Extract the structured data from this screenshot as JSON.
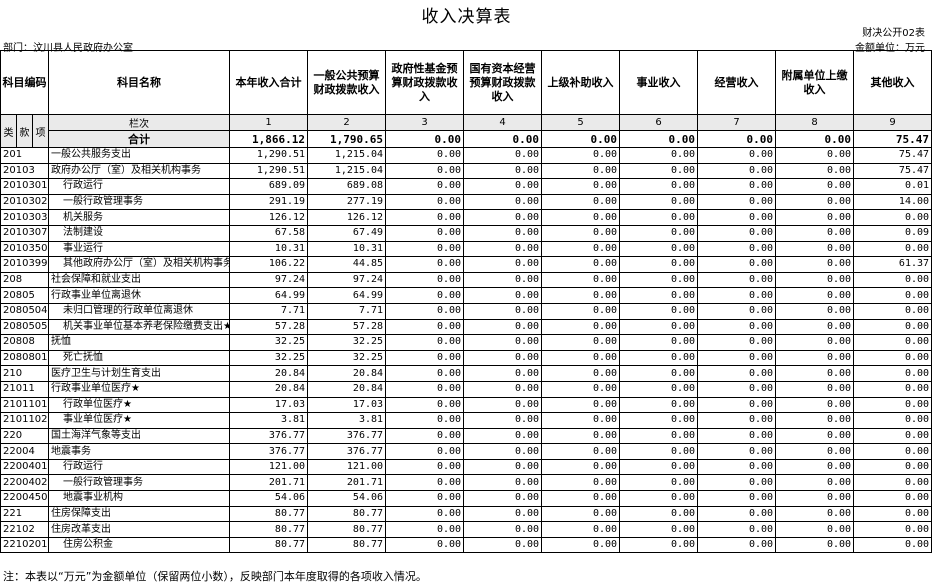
{
  "title": "收入决算表",
  "form_code": "财决公开02表",
  "department": "部门：汶川县人民政府办公室",
  "unit": "金额单位：万元",
  "headers": {
    "subject_code": "科目编码",
    "subject_name": "科目名称",
    "total": "本年收入合计",
    "general_budget": "一般公共预算财政拨款收入",
    "gov_fund": "政府性基金预算财政拨款收入",
    "state_capital": "国有资本经营预算财政拨款收入",
    "superior_subsidy": "上级补助收入",
    "business": "事业收入",
    "operating": "经营收入",
    "affiliated": "附属单位上缴收入",
    "other": "其他收入"
  },
  "lan_row": {
    "lei": "类",
    "kuan": "款",
    "xiang": "项",
    "label": "栏次",
    "numbers": [
      "1",
      "2",
      "3",
      "4",
      "5",
      "6",
      "7",
      "8",
      "9"
    ]
  },
  "total_row": {
    "label": "合计",
    "values": [
      "1,866.12",
      "1,790.65",
      "0.00",
      "0.00",
      "0.00",
      "0.00",
      "0.00",
      "0.00",
      "75.47"
    ]
  },
  "rows": [
    {
      "code": "201",
      "name": "一般公共服务支出",
      "indent": 0,
      "values": [
        "1,290.51",
        "1,215.04",
        "0.00",
        "0.00",
        "0.00",
        "0.00",
        "0.00",
        "0.00",
        "75.47"
      ]
    },
    {
      "code": "20103",
      "name": "政府办公厅（室）及相关机构事务",
      "indent": 0,
      "values": [
        "1,290.51",
        "1,215.04",
        "0.00",
        "0.00",
        "0.00",
        "0.00",
        "0.00",
        "0.00",
        "75.47"
      ]
    },
    {
      "code": "2010301",
      "name": "行政运行",
      "indent": 1,
      "values": [
        "689.09",
        "689.08",
        "0.00",
        "0.00",
        "0.00",
        "0.00",
        "0.00",
        "0.00",
        "0.01"
      ]
    },
    {
      "code": "2010302",
      "name": "一般行政管理事务",
      "indent": 1,
      "values": [
        "291.19",
        "277.19",
        "0.00",
        "0.00",
        "0.00",
        "0.00",
        "0.00",
        "0.00",
        "14.00"
      ]
    },
    {
      "code": "2010303",
      "name": "机关服务",
      "indent": 1,
      "values": [
        "126.12",
        "126.12",
        "0.00",
        "0.00",
        "0.00",
        "0.00",
        "0.00",
        "0.00",
        "0.00"
      ]
    },
    {
      "code": "2010307",
      "name": "法制建设",
      "indent": 1,
      "values": [
        "67.58",
        "67.49",
        "0.00",
        "0.00",
        "0.00",
        "0.00",
        "0.00",
        "0.00",
        "0.09"
      ]
    },
    {
      "code": "2010350",
      "name": "事业运行",
      "indent": 1,
      "values": [
        "10.31",
        "10.31",
        "0.00",
        "0.00",
        "0.00",
        "0.00",
        "0.00",
        "0.00",
        "0.00"
      ]
    },
    {
      "code": "2010399",
      "name": "其他政府办公厅（室）及相关机构事务支出",
      "indent": 2,
      "values": [
        "106.22",
        "44.85",
        "0.00",
        "0.00",
        "0.00",
        "0.00",
        "0.00",
        "0.00",
        "61.37"
      ]
    },
    {
      "code": "208",
      "name": "社会保障和就业支出",
      "indent": 0,
      "values": [
        "97.24",
        "97.24",
        "0.00",
        "0.00",
        "0.00",
        "0.00",
        "0.00",
        "0.00",
        "0.00"
      ]
    },
    {
      "code": "20805",
      "name": "行政事业单位离退休",
      "indent": 0,
      "values": [
        "64.99",
        "64.99",
        "0.00",
        "0.00",
        "0.00",
        "0.00",
        "0.00",
        "0.00",
        "0.00"
      ]
    },
    {
      "code": "2080504",
      "name": "未归口管理的行政单位离退休",
      "indent": 1,
      "values": [
        "7.71",
        "7.71",
        "0.00",
        "0.00",
        "0.00",
        "0.00",
        "0.00",
        "0.00",
        "0.00"
      ]
    },
    {
      "code": "2080505",
      "name": "机关事业单位基本养老保险缴费支出★",
      "indent": 1,
      "values": [
        "57.28",
        "57.28",
        "0.00",
        "0.00",
        "0.00",
        "0.00",
        "0.00",
        "0.00",
        "0.00"
      ]
    },
    {
      "code": "20808",
      "name": "抚恤",
      "indent": 0,
      "values": [
        "32.25",
        "32.25",
        "0.00",
        "0.00",
        "0.00",
        "0.00",
        "0.00",
        "0.00",
        "0.00"
      ]
    },
    {
      "code": "2080801",
      "name": "死亡抚恤",
      "indent": 1,
      "values": [
        "32.25",
        "32.25",
        "0.00",
        "0.00",
        "0.00",
        "0.00",
        "0.00",
        "0.00",
        "0.00"
      ]
    },
    {
      "code": "210",
      "name": "医疗卫生与计划生育支出",
      "indent": 0,
      "values": [
        "20.84",
        "20.84",
        "0.00",
        "0.00",
        "0.00",
        "0.00",
        "0.00",
        "0.00",
        "0.00"
      ]
    },
    {
      "code": "21011",
      "name": "行政事业单位医疗★",
      "indent": 0,
      "values": [
        "20.84",
        "20.84",
        "0.00",
        "0.00",
        "0.00",
        "0.00",
        "0.00",
        "0.00",
        "0.00"
      ]
    },
    {
      "code": "2101101",
      "name": "行政单位医疗★",
      "indent": 1,
      "values": [
        "17.03",
        "17.03",
        "0.00",
        "0.00",
        "0.00",
        "0.00",
        "0.00",
        "0.00",
        "0.00"
      ]
    },
    {
      "code": "2101102",
      "name": "事业单位医疗★",
      "indent": 1,
      "values": [
        "3.81",
        "3.81",
        "0.00",
        "0.00",
        "0.00",
        "0.00",
        "0.00",
        "0.00",
        "0.00"
      ]
    },
    {
      "code": "220",
      "name": "国土海洋气象等支出",
      "indent": 0,
      "values": [
        "376.77",
        "376.77",
        "0.00",
        "0.00",
        "0.00",
        "0.00",
        "0.00",
        "0.00",
        "0.00"
      ]
    },
    {
      "code": "22004",
      "name": "地震事务",
      "indent": 0,
      "values": [
        "376.77",
        "376.77",
        "0.00",
        "0.00",
        "0.00",
        "0.00",
        "0.00",
        "0.00",
        "0.00"
      ]
    },
    {
      "code": "2200401",
      "name": "行政运行",
      "indent": 1,
      "values": [
        "121.00",
        "121.00",
        "0.00",
        "0.00",
        "0.00",
        "0.00",
        "0.00",
        "0.00",
        "0.00"
      ]
    },
    {
      "code": "2200402",
      "name": "一般行政管理事务",
      "indent": 1,
      "values": [
        "201.71",
        "201.71",
        "0.00",
        "0.00",
        "0.00",
        "0.00",
        "0.00",
        "0.00",
        "0.00"
      ]
    },
    {
      "code": "2200450",
      "name": "地震事业机构",
      "indent": 1,
      "values": [
        "54.06",
        "54.06",
        "0.00",
        "0.00",
        "0.00",
        "0.00",
        "0.00",
        "0.00",
        "0.00"
      ]
    },
    {
      "code": "221",
      "name": "住房保障支出",
      "indent": 0,
      "values": [
        "80.77",
        "80.77",
        "0.00",
        "0.00",
        "0.00",
        "0.00",
        "0.00",
        "0.00",
        "0.00"
      ]
    },
    {
      "code": "22102",
      "name": "住房改革支出",
      "indent": 0,
      "values": [
        "80.77",
        "80.77",
        "0.00",
        "0.00",
        "0.00",
        "0.00",
        "0.00",
        "0.00",
        "0.00"
      ]
    },
    {
      "code": "2210201",
      "name": "住房公积金",
      "indent": 1,
      "values": [
        "80.77",
        "80.77",
        "0.00",
        "0.00",
        "0.00",
        "0.00",
        "0.00",
        "0.00",
        "0.00"
      ]
    }
  ],
  "note": "注：本表以“万元”为金额单位（保留两位小数），反映部门本年度取得的各项收入情况。"
}
